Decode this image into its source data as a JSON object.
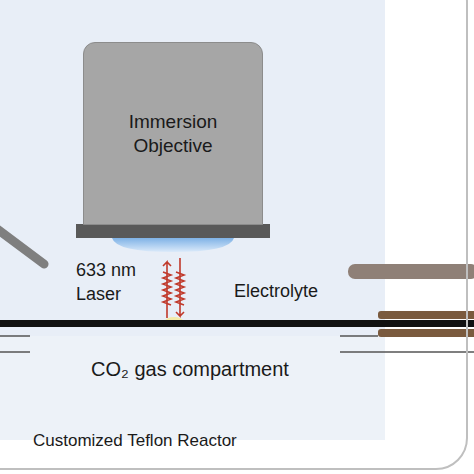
{
  "diagram": {
    "nodes": [
      {
        "text": [
          "Customized Teflon Reactor"
        ]
      },
      {
        "text": [
          "Immersion Objective"
        ],
        "in": 0
      }
    ],
    "labels": [
      "633 nm Laser",
      "Electrolyte",
      "CO₂ gas compartment"
    ]
  }
}
